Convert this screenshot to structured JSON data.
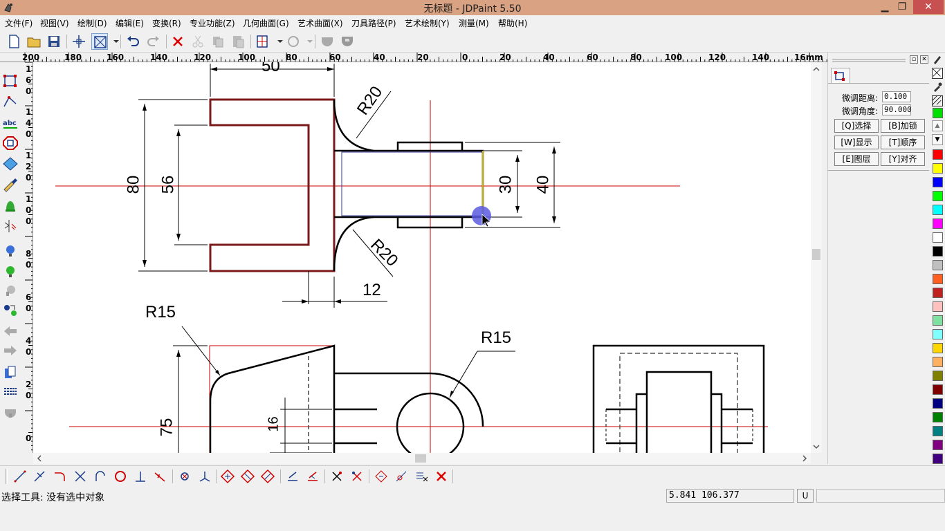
{
  "window": {
    "title": "无标题 - JDPaint 5.50",
    "minimize_glyph": "▁",
    "maximize_glyph": "❐",
    "close_glyph": "✕"
  },
  "menu": [
    {
      "label": "文件(F)"
    },
    {
      "label": "视图(V)"
    },
    {
      "label": "绘制(D)"
    },
    {
      "label": "编辑(E)"
    },
    {
      "label": "变换(R)"
    },
    {
      "label": "专业功能(Z)"
    },
    {
      "label": "几何曲面(G)"
    },
    {
      "label": "艺术曲面(X)"
    },
    {
      "label": "刀具路径(P)"
    },
    {
      "label": "艺术绘制(Y)"
    },
    {
      "label": "测量(M)"
    },
    {
      "label": "帮助(H)"
    }
  ],
  "ruler": {
    "h_labels": [
      "200",
      "180",
      "160",
      "140",
      "120",
      "100",
      "80",
      "60",
      "40",
      "20",
      "0",
      "20",
      "40",
      "60",
      "80",
      "100",
      "120",
      "140",
      "16mm"
    ],
    "v_labels": [
      "1",
      "6",
      "0",
      "1",
      "4",
      "0",
      "1",
      "2",
      "0",
      "1",
      "0",
      "0",
      "8",
      "0",
      "6",
      "0",
      "4",
      "0",
      "2",
      "0",
      "0"
    ]
  },
  "drawing": {
    "dims": {
      "d50": "50",
      "r20_top": "R20",
      "d80": "80",
      "d56": "56",
      "d30": "30",
      "d40": "40",
      "r20_bottom": "R20",
      "d12": "12",
      "r15_left": "R15",
      "r15_right": "R15",
      "d75": "75",
      "d16": "16"
    }
  },
  "panel": {
    "tab_icon": "node-select-icon",
    "fine_distance_label": "微调距离:",
    "fine_distance_value": "0.100",
    "fine_angle_label": "微调角度:",
    "fine_angle_value": "90.000",
    "buttons": {
      "select": "[Q]选择",
      "lock": "[B]加锁",
      "show": "[W]显示",
      "order": "[T]顺序",
      "layer": "[E]图层",
      "align": "[Y]对齐"
    }
  },
  "palette": {
    "colors": [
      "#ff0000",
      "#ffff00",
      "#0000ff",
      "#00ff00",
      "#00ffff",
      "#ff00ff",
      "#ffffff",
      "#000000",
      "#c0c0c0",
      "#ff6020",
      "#c02020",
      "#ffc0c0",
      "#80e0a0",
      "#80ffff",
      "#ffd700",
      "#ffb060",
      "#808000",
      "#800000",
      "#000080",
      "#008000",
      "#008080",
      "#800080",
      "#400080"
    ]
  },
  "status": {
    "message": "选择工具: 没有选中对象",
    "coordinates": "5.841  106.377",
    "unit": "U"
  },
  "colors": {
    "titlebar": "#d9a383",
    "accent_red": "#cc0000",
    "profile": "#7a1a1a"
  }
}
